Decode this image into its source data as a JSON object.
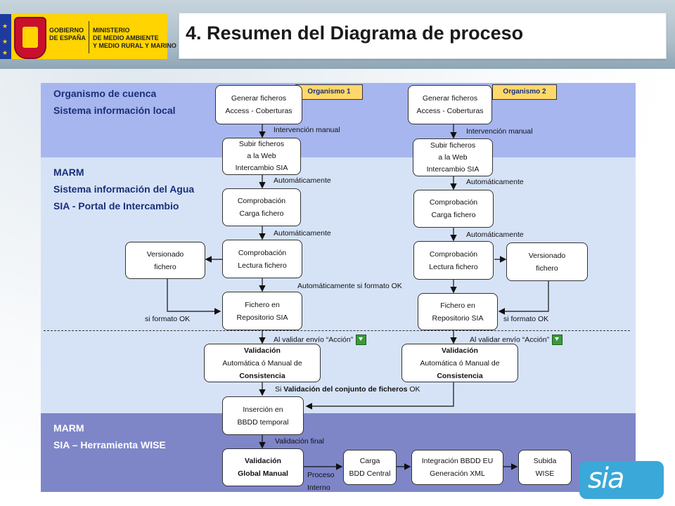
{
  "header": {
    "title": "4. Resumen del Diagrama de proceso",
    "gov_line1": "GOBIERNO",
    "gov_line2": "DE ESPAÑA",
    "ministry_line1": "MINISTERIO",
    "ministry_line2": "DE MEDIO AMBIENTE",
    "ministry_line3": "Y MEDIO RURAL Y MARINO"
  },
  "sections": {
    "s1_line1": "Organismo de cuenca",
    "s1_line2": "Sistema información local",
    "s2_line1": "MARM",
    "s2_line2": "Sistema información del Agua",
    "s2_line3": "SIA - Portal de Intercambio",
    "s3_line1": "MARM",
    "s3_line2": "SIA – Herramienta WISE"
  },
  "tags": {
    "org1": "Organismo 1",
    "org2": "Organismo 2"
  },
  "left": {
    "gen1": "Generar ficheros",
    "gen2": "Access - Coberturas",
    "sub1": "Subir ficheros",
    "sub2": "a la Web",
    "sub3": "Intercambio SIA",
    "cc1": "Comprobación",
    "cc2": "Carga fichero",
    "cl1": "Comprobación",
    "cl2": "Lectura fichero",
    "ver1": "Versionado",
    "ver2": "fichero",
    "rep1": "Fichero en",
    "rep2": "Repositorio SIA",
    "val1": "Validación",
    "val2": "Automática ó Manual de",
    "val3": "Consistencia"
  },
  "right": {
    "gen1": "Generar ficheros",
    "gen2": "Access - Coberturas",
    "sub1": "Subir ficheros",
    "sub2": "a la Web",
    "sub3": "Intercambio SIA",
    "cc1": "Comprobación",
    "cc2": "Carga fichero",
    "cl1": "Comprobación",
    "cl2": "Lectura fichero",
    "ver1": "Versionado",
    "ver2": "fichero",
    "rep1": "Fichero en",
    "rep2": "Repositorio SIA",
    "val1": "Validación",
    "val2": "Automática ó Manual de",
    "val3": "Consistencia"
  },
  "bottom": {
    "ins1": "Inserción en",
    "ins2": "BBDD temporal",
    "glob1": "Validación",
    "glob2": "Global Manual",
    "carga1": "Carga",
    "carga2": "BDD Central",
    "integ1": "Integración BBDD EU",
    "integ2": "Generación XML",
    "sub1": "Subida",
    "sub2": "WISE"
  },
  "labels": {
    "interv_left": "Intervención manual",
    "interv_right": "Intervención manual",
    "auto1_left": "Automáticamente",
    "auto1_right": "Automáticamente",
    "auto2_left": "Automáticamente",
    "auto2_right": "Automáticamente",
    "auto_formato": "Automáticamente si formato OK",
    "si_formato_left": "si formato OK",
    "si_formato_right": "si formato OK",
    "al_validar_left": "Al validar envío “Acción”",
    "al_validar_right": "Al validar envío “Acción”",
    "si_valid_prefix": "Si ",
    "si_valid_bold": "Validación del conjunto de ficheros",
    "si_valid_suffix": " OK",
    "valid_final": "Validación final",
    "proceso": "Proceso",
    "interno": "Interno"
  },
  "logo": {
    "sia": "sia"
  }
}
